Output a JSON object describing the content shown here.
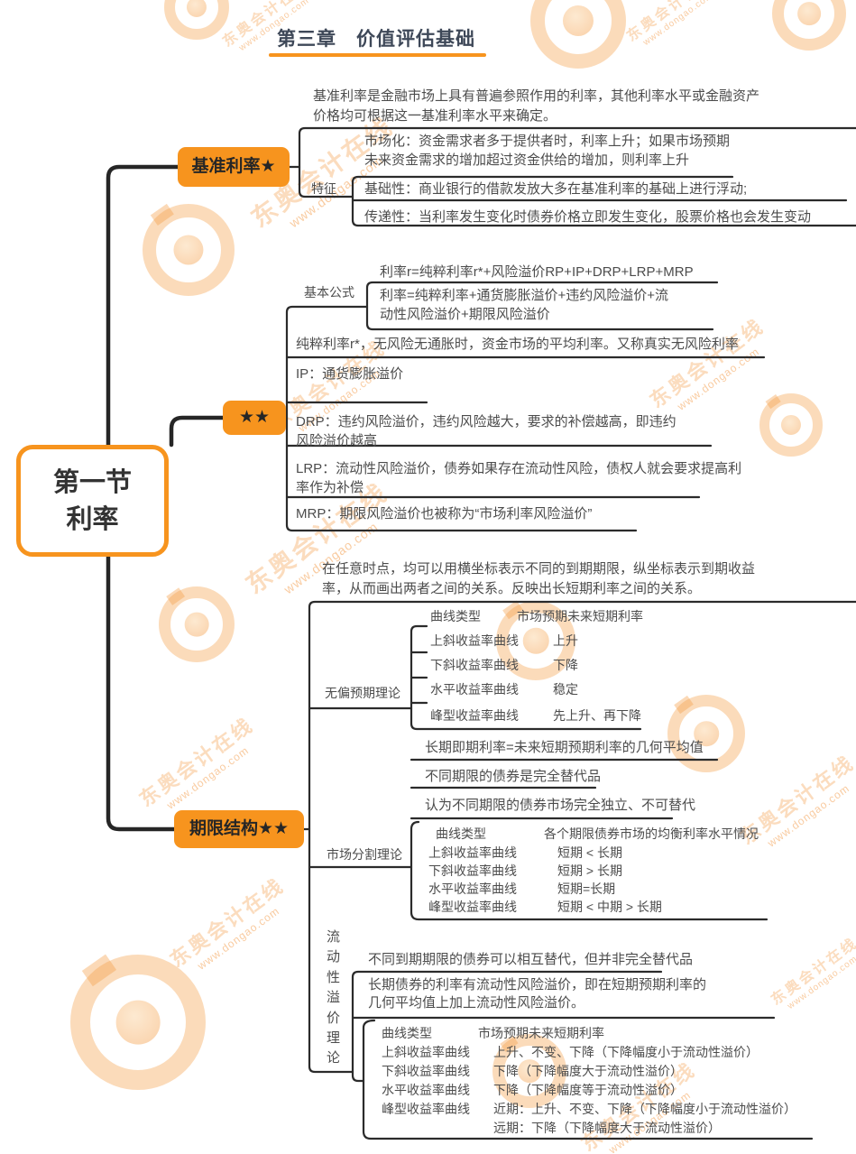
{
  "chapter_title": "第三章　价值评估基础",
  "root": {
    "label": "第一节\n利率"
  },
  "colors": {
    "accent_orange": "#F7941E",
    "line_dark": "#2B2B2B",
    "text_gray": "#4C4C4C",
    "title_dark": "#3E4858",
    "watermark_orange": "#F5A04A"
  },
  "watermark": {
    "brand": "东奥会计在线",
    "url": "www.dongao.com"
  },
  "branch1": {
    "node": "基准利率★",
    "definition": "基准利率是金融市场上具有普遍参照作用的利率，其他利率水平或金融资产\n价格均可根据这一基准利率水平来确定。",
    "feature_label": "特征",
    "features": [
      "市场化：资金需求者多于提供者时，利率上升；如果市场预期\n未来资金需求的增加超过资金供给的增加，则利率上升",
      "基础性：商业银行的借款发放大多在基准利率的基础上进行浮动;",
      "传递性：当利率发生变化时债券价格立即发生变化，股票价格也会发生变动"
    ]
  },
  "branch2": {
    "node": "★★",
    "formula_label": "基本公式",
    "formulas": [
      "利率r=纯粹利率r*+风险溢价RP+IP+DRP+LRP+MRP",
      "利率=纯粹利率+通货膨胀溢价+违约风险溢价+流\n动性风险溢价+期限风险溢价"
    ],
    "pure_rate": "纯粹利率r*，无风险无通胀时，资金市场的平均利率。又称真实无风险利率",
    "ip": "IP：通货膨胀溢价",
    "drp": "DRP：违约风险溢价，违约风险越大，要求的补偿越高，即违约\n风险溢价越高",
    "lrp": "LRP：流动性风险溢价，债券如果存在流动性风险，债权人就会要求提高利\n率作为补偿",
    "mrp": "MRP：期限风险溢价也被称为“市场利率风险溢价”"
  },
  "branch3": {
    "node": "期限结构★★",
    "intro": "在任意时点，均可以用横坐标表示不同的到期期限，纵坐标表示到期收益\n率，从而画出两者之间的关系。反映出长短期利率之间的关系。",
    "unbiased": {
      "label": "无偏预期理论",
      "table": {
        "header": [
          "曲线类型",
          "市场预期未来短期利率"
        ],
        "rows": [
          [
            "上斜收益率曲线",
            "上升"
          ],
          [
            "下斜收益率曲线",
            "下降"
          ],
          [
            "水平收益率曲线",
            "稳定"
          ],
          [
            "峰型收益率曲线",
            "先上升、再下降"
          ]
        ]
      },
      "long_rate": "长期即期利率=未来短期预期利率的几何平均值",
      "substitute": "不同期限的债券是完全替代品"
    },
    "segmented": {
      "label": "市场分割理论",
      "note": "认为不同期限的债券市场完全独立、不可替代",
      "table": {
        "header": [
          "曲线类型",
          "各个期限债券市场的均衡利率水平情况"
        ],
        "rows": [
          [
            "上斜收益率曲线",
            "短期 < 长期"
          ],
          [
            "下斜收益率曲线",
            "短期 > 长期"
          ],
          [
            "水平收益率曲线",
            "短期=长期"
          ],
          [
            "峰型收益率曲线",
            "短期 < 中期 > 长期"
          ]
        ]
      }
    },
    "liquidity": {
      "label": "流动性溢价理论",
      "note1": "不同到期期限的债券可以相互替代，但并非完全替代品",
      "note2": "长期债券的利率有流动性风险溢价，即在短期预期利率的\n几何平均值上加上流动性风险溢价。",
      "table": {
        "header": [
          "曲线类型",
          "市场预期未来短期利率"
        ],
        "rows": [
          [
            "上斜收益率曲线",
            "上升、不变、下降（下降幅度小于流动性溢价）"
          ],
          [
            "下斜收益率曲线",
            "下降（下降幅度大于流动性溢价）"
          ],
          [
            "水平收益率曲线",
            "下降（下降幅度等于流动性溢价）"
          ],
          [
            "峰型收益率曲线",
            "近期：上升、不变、下降（下降幅度小于流动性溢价）"
          ],
          [
            "",
            "远期：下降（下降幅度大于流动性溢价）"
          ]
        ]
      }
    }
  }
}
